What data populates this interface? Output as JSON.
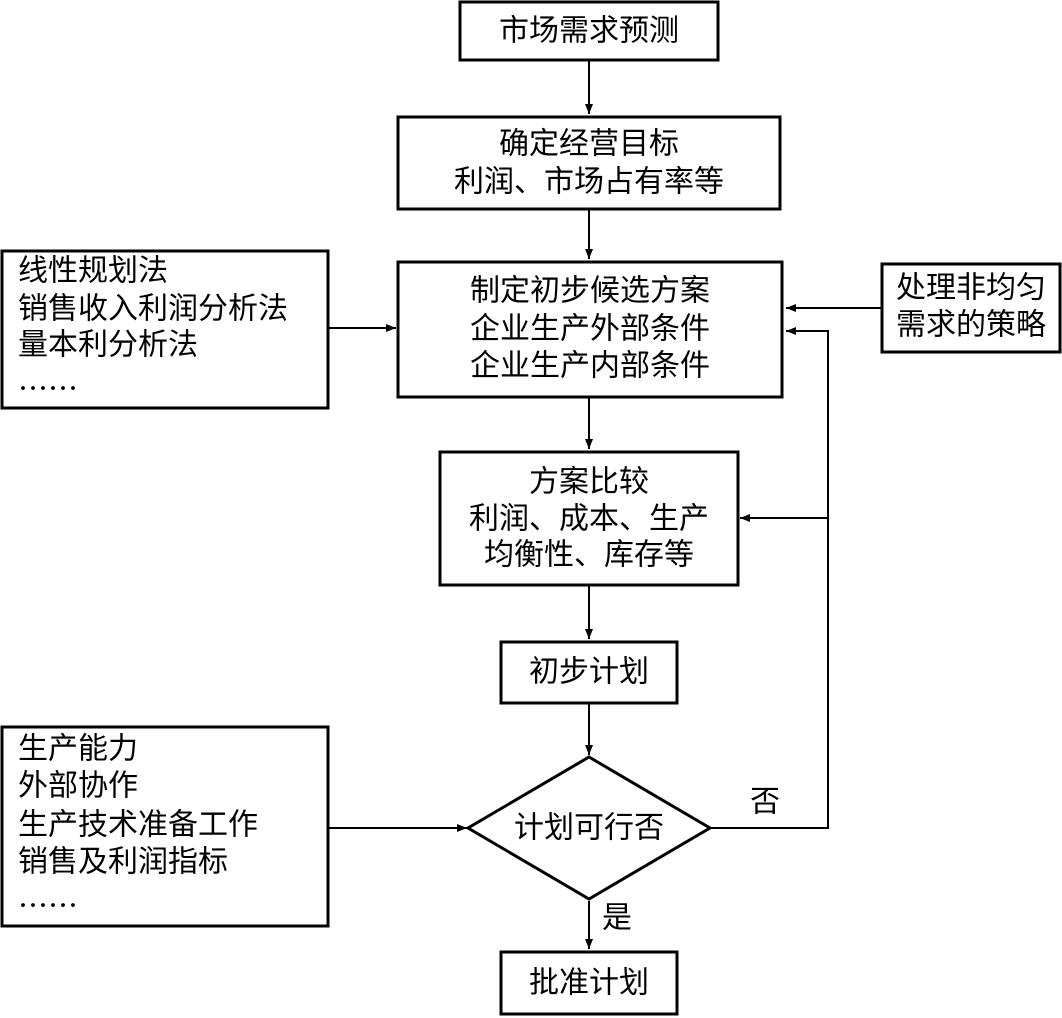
{
  "nodes": {
    "market_forecast": {
      "lines": [
        "市场需求预测"
      ]
    },
    "business_goal": {
      "lines": [
        "确定经营目标",
        "利润、市场占有率等"
      ]
    },
    "candidate_plans": {
      "lines": [
        "制定初步候选方案",
        "企业生产外部条件",
        "企业生产内部条件"
      ]
    },
    "methods": {
      "lines": [
        "线性规划法",
        "销售收入利润分析法",
        "量本利分析法",
        "……"
      ]
    },
    "uneven_demand": {
      "lines": [
        "处理非均匀",
        "需求的策略"
      ]
    },
    "plan_compare": {
      "lines": [
        "方案比较",
        "利润、成本、生产",
        "均衡性、库存等"
      ]
    },
    "preliminary_plan": {
      "lines": [
        "初步计划"
      ]
    },
    "constraints": {
      "lines": [
        "生产能力",
        "外部协作",
        "生产技术准备工作",
        "销售及利润指标",
        "……"
      ]
    },
    "feasible_decision": {
      "lines": [
        "计划可行否"
      ]
    },
    "approve_plan": {
      "lines": [
        "批准计划"
      ]
    }
  },
  "edge_labels": {
    "no": "否",
    "yes": "是"
  }
}
